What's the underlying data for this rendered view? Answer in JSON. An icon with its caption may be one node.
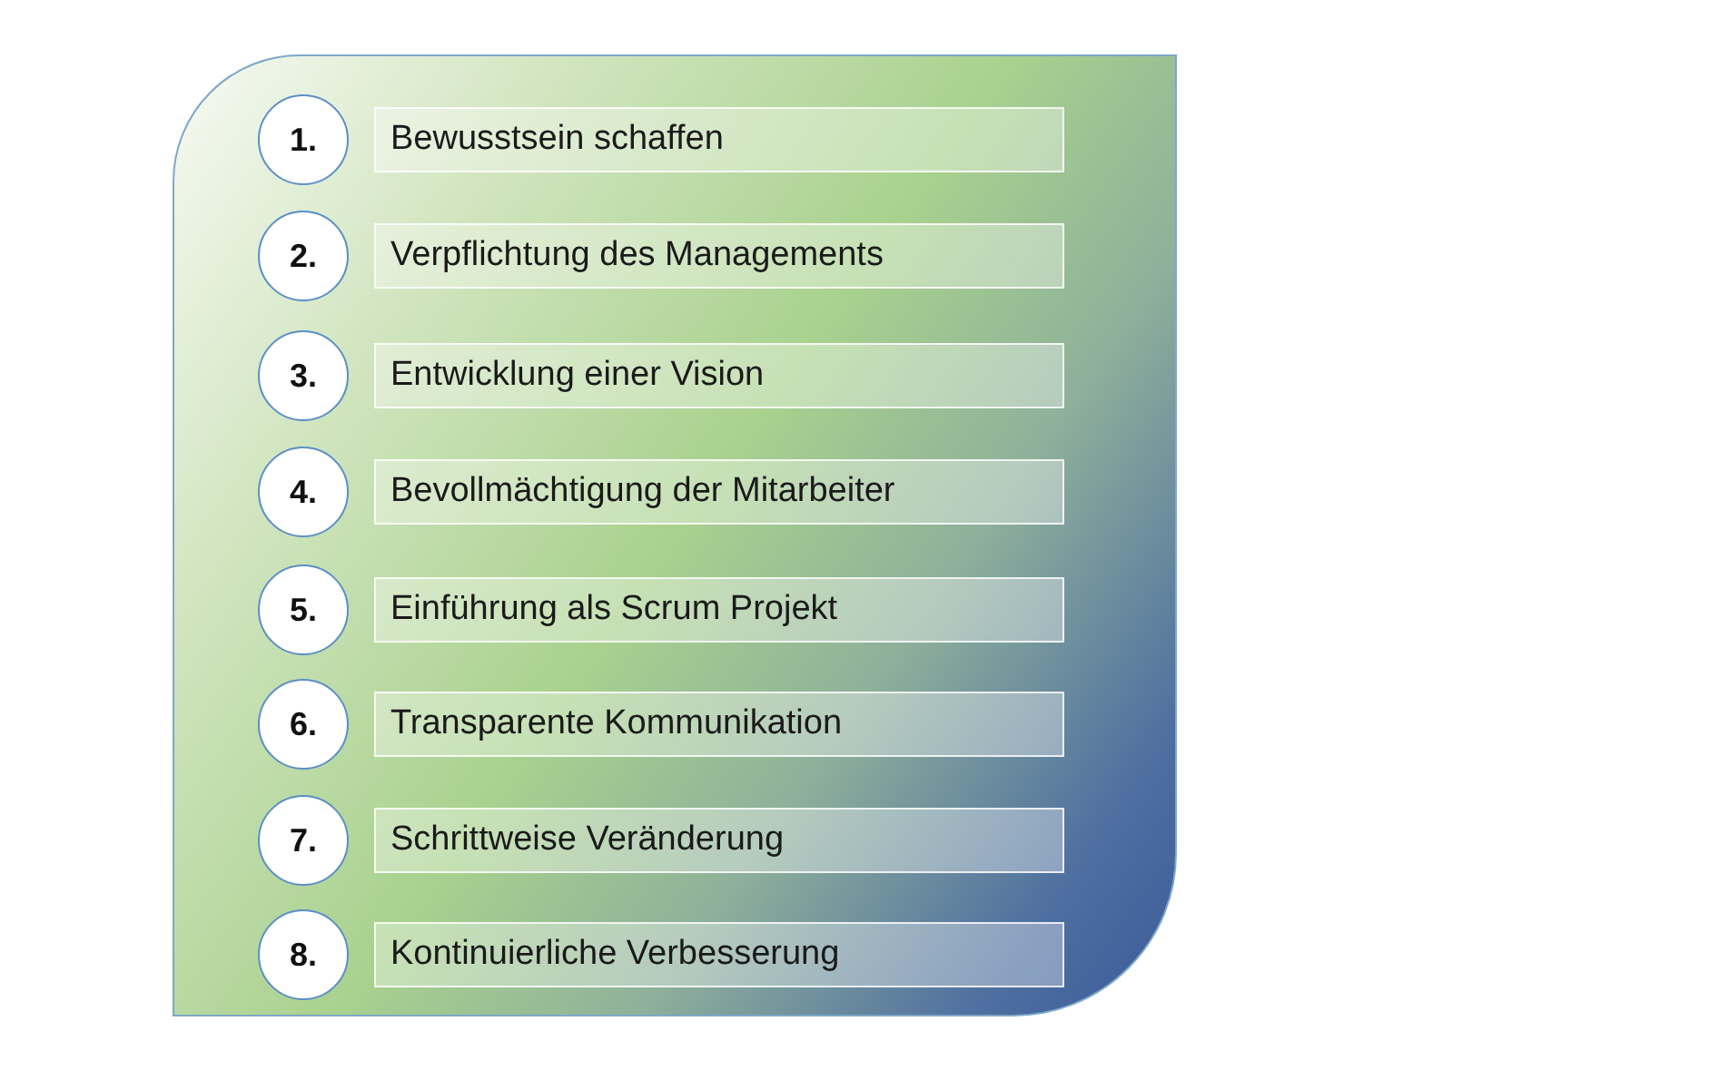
{
  "diagram": {
    "nodes": [
      {
        "text": [],
        "shape": "box"
      },
      {
        "text": [
          "1."
        ],
        "in": 0
      },
      {
        "text": [
          "Bewusstsein schaffen"
        ],
        "in": 0
      },
      {
        "text": [
          "2."
        ],
        "in": 0
      },
      {
        "text": [
          "Verpflichtung des Managements"
        ],
        "in": 0
      },
      {
        "text": [
          "3."
        ],
        "in": 0
      },
      {
        "text": [
          "Entwicklung einer Vision"
        ],
        "in": 0
      },
      {
        "text": [
          "4."
        ],
        "in": 0
      },
      {
        "text": [
          "Bevollmächtigung der Mitarbeiter"
        ],
        "in": 0
      },
      {
        "text": [
          "5."
        ],
        "in": 0
      },
      {
        "text": [
          "Einführung als Scrum Projekt"
        ],
        "in": 0
      },
      {
        "text": [
          "6."
        ],
        "in": 0
      },
      {
        "text": [
          "Transparente Kommunikation"
        ],
        "in": 0
      },
      {
        "text": [
          "7."
        ],
        "in": 0
      },
      {
        "text": [
          "Schrittweise Veränderung"
        ],
        "in": 0
      },
      {
        "text": [
          "8."
        ],
        "in": 0
      },
      {
        "text": [
          "Kontinuierliche Verbesserung"
        ],
        "in": 0
      }
    ]
  }
}
